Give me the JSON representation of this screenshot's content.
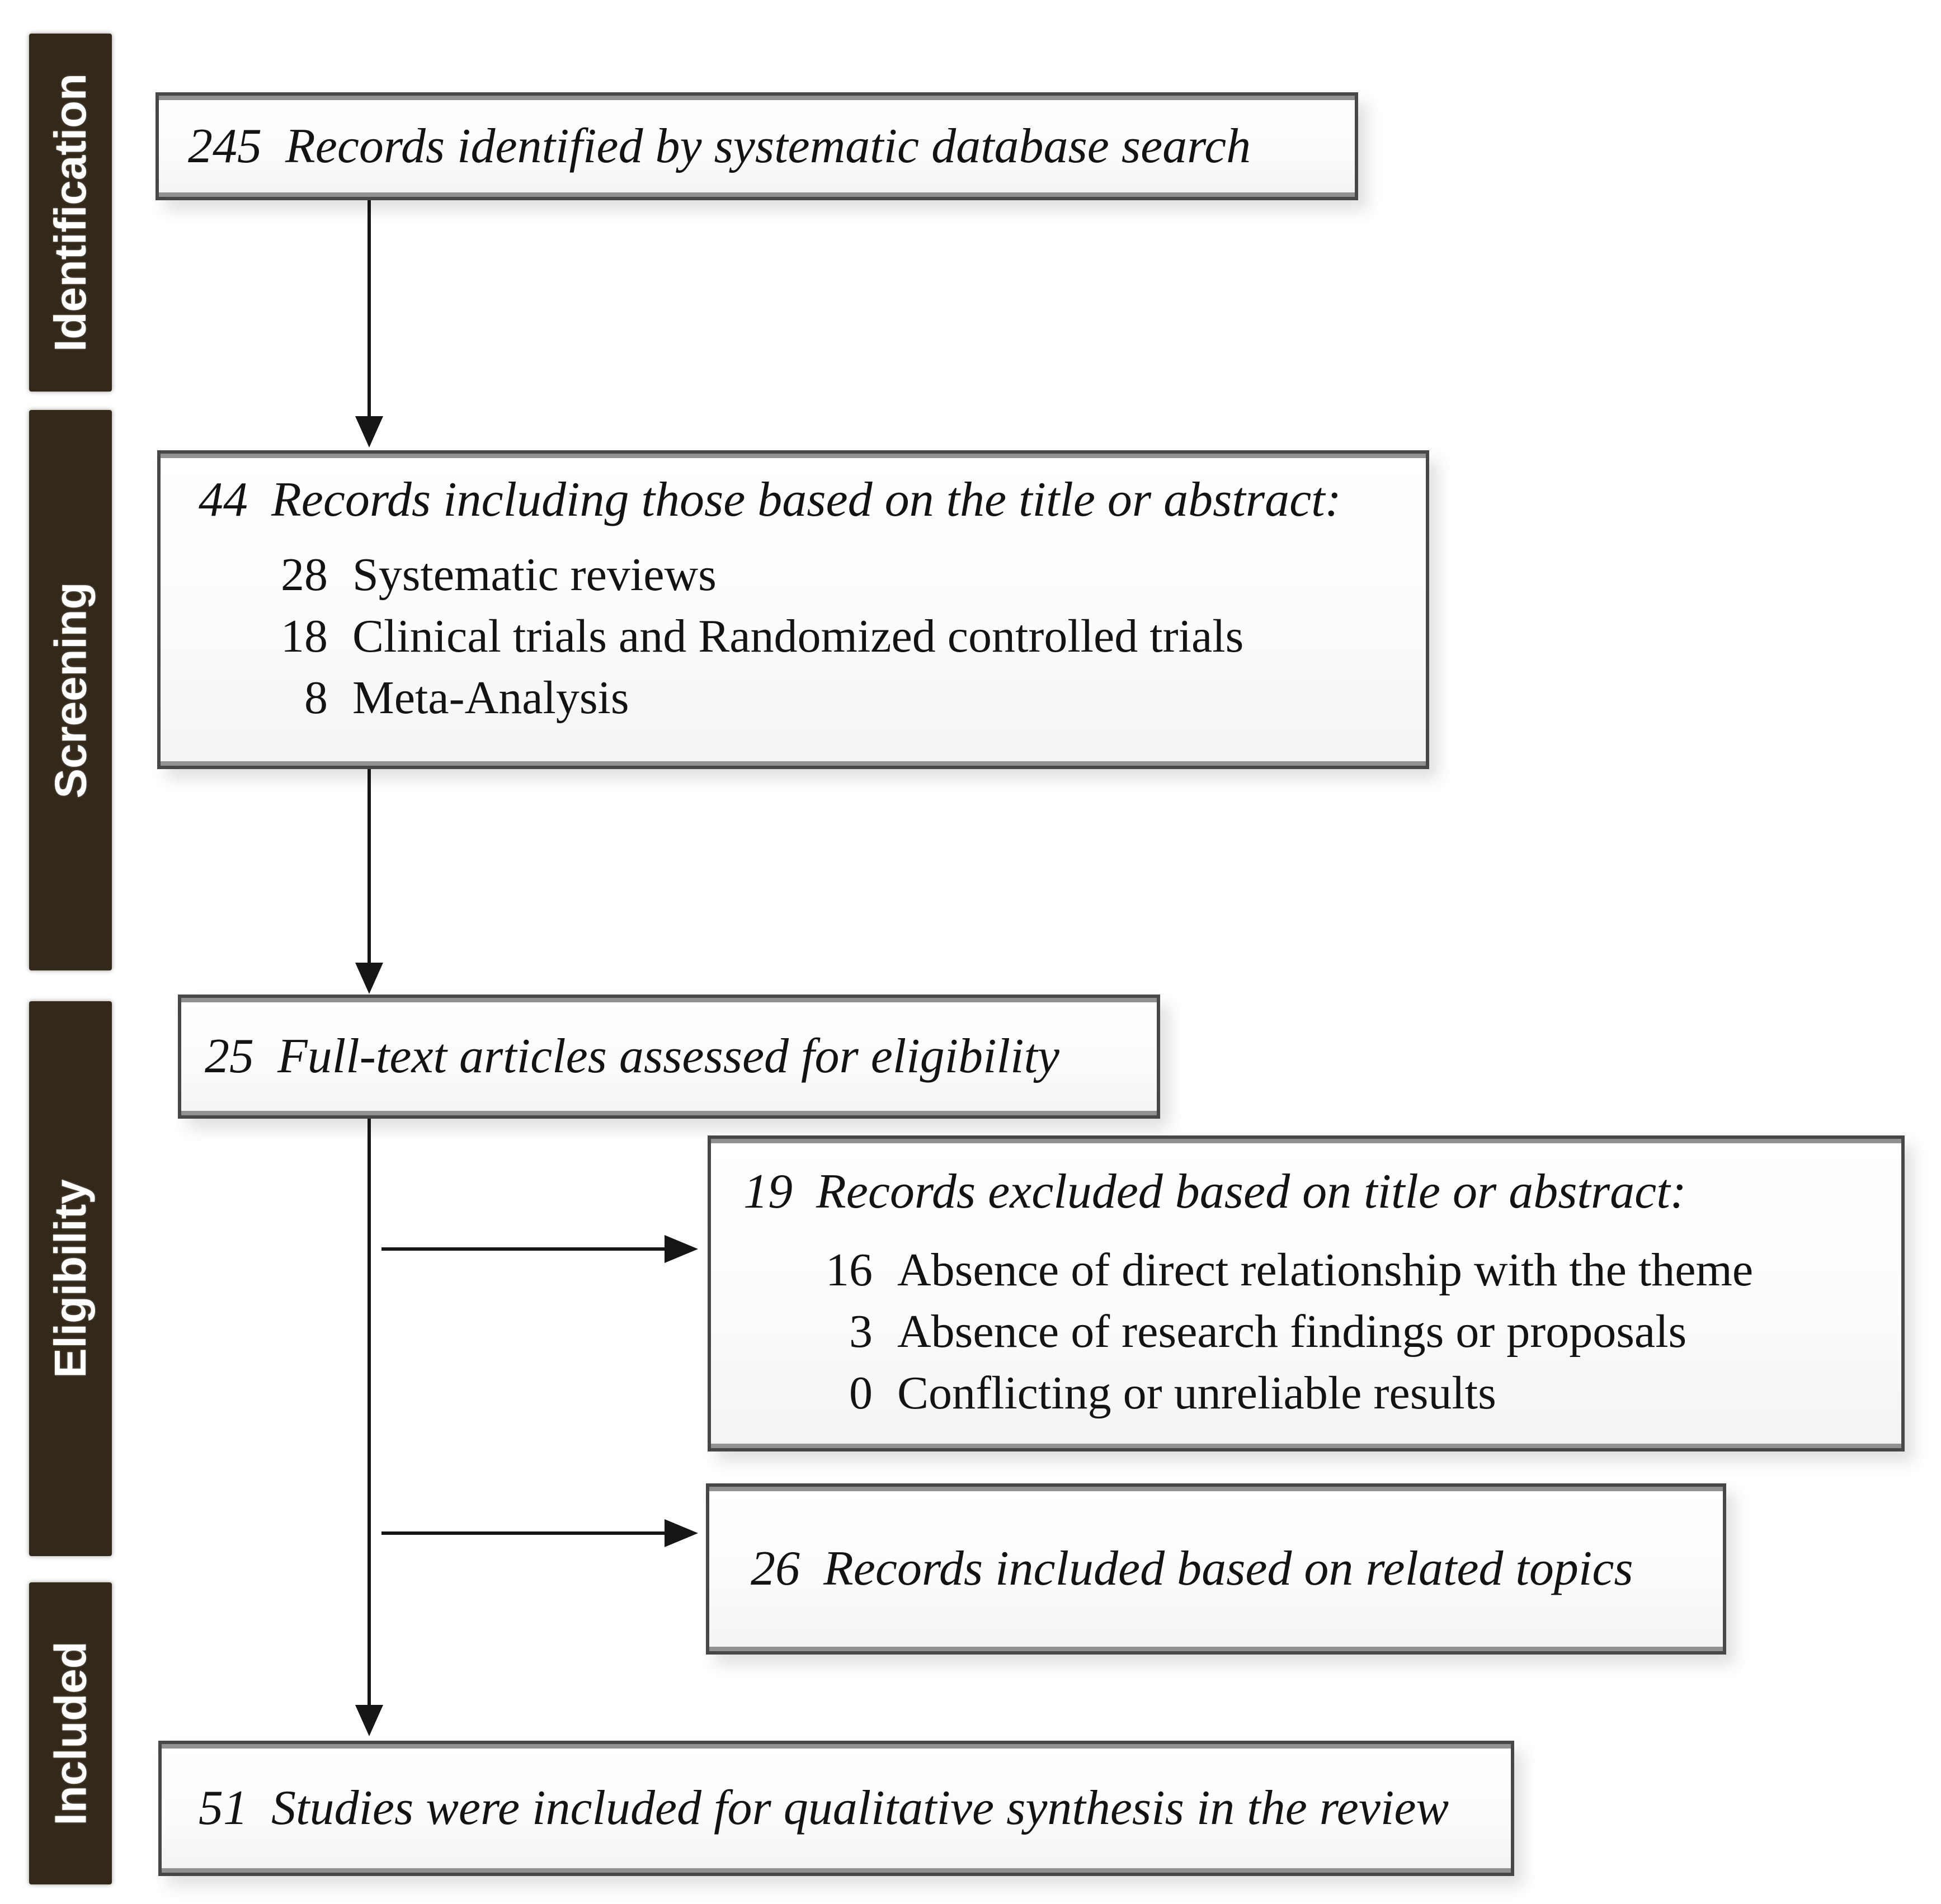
{
  "palette": {
    "stage_bar_bg": "#33291b",
    "stage_bar_text": "#ffffff",
    "box_bg": "#fdfdfd",
    "box_border_dark": "#474747",
    "box_border_gray": "#919191",
    "arrow_color": "#161616",
    "text_color": "#131313"
  },
  "stages": [
    {
      "label": "Identification"
    },
    {
      "label": "Screening"
    },
    {
      "label": "Eligibility"
    },
    {
      "label": "Included"
    }
  ],
  "boxes": [
    {
      "number": "245",
      "text": "Records identified by systematic database search",
      "items": []
    },
    {
      "number": "44",
      "text": "Records including those based on the title or abstract:",
      "items": [
        {
          "number": "28",
          "text": "Systematic reviews"
        },
        {
          "number": "18",
          "text": "Clinical trials and Randomized controlled trials"
        },
        {
          "number": "8",
          "text": "Meta-Analysis"
        }
      ]
    },
    {
      "number": "25",
      "text": "Full-text articles assessed for eligibility",
      "items": []
    },
    {
      "number": "19",
      "text": "Records excluded based on title or abstract:",
      "items": [
        {
          "number": "16",
          "text": "Absence of direct relationship with the theme"
        },
        {
          "number": "3",
          "text": "Absence of research findings or proposals"
        },
        {
          "number": "0",
          "text": "Conflicting or unreliable results"
        }
      ]
    },
    {
      "number": "26",
      "text": "Records included based on related topics",
      "items": []
    },
    {
      "number": "51",
      "text": "Studies were included for qualitative synthesis in the review",
      "items": []
    }
  ]
}
